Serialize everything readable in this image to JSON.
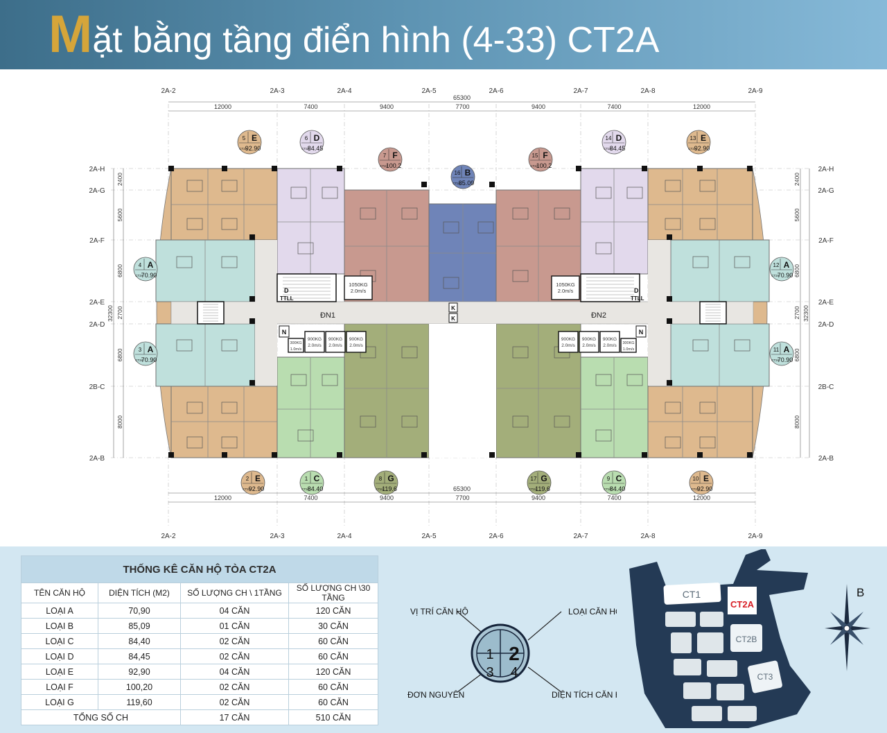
{
  "header": {
    "title_first_letter": "M",
    "title_rest": "ặt bằng tầng điển hình (4-33) CT2A"
  },
  "plan": {
    "axes_x": [
      "2A-2",
      "2A-3",
      "2A-4",
      "2A-5",
      "2A-6",
      "2A-7",
      "2A-8",
      "2A-9"
    ],
    "dims_x": [
      "12000",
      "7400",
      "9400",
      "7700",
      "9400",
      "7400",
      "12000"
    ],
    "total_x": "65300",
    "axes_y": [
      "2A-H",
      "2A-G",
      "2A-F",
      "2A-E",
      "2A-D",
      "2B-C",
      "2A-B"
    ],
    "dims_y": [
      "2400",
      "5600",
      "6800",
      "2700",
      "6800",
      "8000"
    ],
    "total_y": "32300",
    "corridors": [
      "ĐN1",
      "ĐN2"
    ],
    "stair_labels": [
      "D",
      "TTLL"
    ],
    "lift_big": [
      "1050KG",
      "2.0m/s"
    ],
    "lift_small": [
      "900KG",
      "2.0m/s"
    ],
    "lift_service": [
      "300KG",
      "1.0m/s"
    ],
    "shaft_labels": [
      "N",
      "K"
    ],
    "badge_prefix": "CT2A",
    "units": [
      {
        "no": "5",
        "type": "E",
        "area": "92.90"
      },
      {
        "no": "6",
        "type": "D",
        "area": "84.45"
      },
      {
        "no": "7",
        "type": "F",
        "area": "100.2"
      },
      {
        "no": "16",
        "type": "B",
        "area": "85.09"
      },
      {
        "no": "15",
        "type": "F",
        "area": "100.2"
      },
      {
        "no": "14",
        "type": "D",
        "area": "84.45"
      },
      {
        "no": "13",
        "type": "E",
        "area": "92.90"
      },
      {
        "no": "4",
        "type": "A",
        "area": "70.90"
      },
      {
        "no": "12",
        "type": "A",
        "area": "70.90"
      },
      {
        "no": "3",
        "type": "A",
        "area": "70.90"
      },
      {
        "no": "11",
        "type": "A",
        "area": "70.90"
      },
      {
        "no": "2",
        "type": "E",
        "area": "92.90"
      },
      {
        "no": "1",
        "type": "C",
        "area": "84.40"
      },
      {
        "no": "8",
        "type": "G",
        "area": "119.6"
      },
      {
        "no": "17",
        "type": "G",
        "area": "119.6"
      },
      {
        "no": "9",
        "type": "C",
        "area": "84.40"
      },
      {
        "no": "10",
        "type": "E",
        "area": "92.90"
      }
    ],
    "colors": {
      "A": "#bfe0dc",
      "B": "#6f84b8",
      "C": "#b9ddb0",
      "D": "#e2d9ec",
      "E": "#deb98e",
      "F": "#c8998f",
      "G": "#a3ae7a",
      "corridor": "#e8e6e2"
    }
  },
  "table": {
    "title": "THỐNG KÊ CĂN HỘ TÒA CT2A",
    "headers": [
      "TÊN CĂN HỘ",
      "DIỆN TÍCH (M2)",
      "SỐ LƯỢNG CH \\ 1TẦNG",
      "SỐ LƯỢNG CH \\30 TẦNG"
    ],
    "rows": [
      [
        "LOẠI A",
        "70,90",
        "04 CĂN",
        "120 CĂN"
      ],
      [
        "LOẠI B",
        "85,09",
        "01 CĂN",
        "30 CĂN"
      ],
      [
        "LOẠI C",
        "84,40",
        "02 CĂN",
        "60 CĂN"
      ],
      [
        "LOẠI D",
        "84,45",
        "02 CĂN",
        "60 CĂN"
      ],
      [
        "LOẠI E",
        "92,90",
        "04 CĂN",
        "120 CĂN"
      ],
      [
        "LOẠI F",
        "100,20",
        "02 CĂN",
        "60 CĂN"
      ],
      [
        "LOẠI G",
        "119,60",
        "02 CĂN",
        "60 CĂN"
      ]
    ],
    "total_label": "TỔNG SỐ CH",
    "total_per_floor": "17 CĂN",
    "total_all": "510 CĂN"
  },
  "legend": {
    "labels": [
      "VỊ TRÍ CĂN HỘ",
      "LOẠI CĂN HỘ",
      "ĐƠN NGUYÊN",
      "DIỆN TÍCH CĂN HỘ"
    ],
    "quadrants": [
      "1",
      "2",
      "3",
      "4"
    ]
  },
  "site": {
    "buildings": [
      "CT1",
      "CT2A",
      "CT2B",
      "CT3"
    ],
    "north": "B"
  }
}
